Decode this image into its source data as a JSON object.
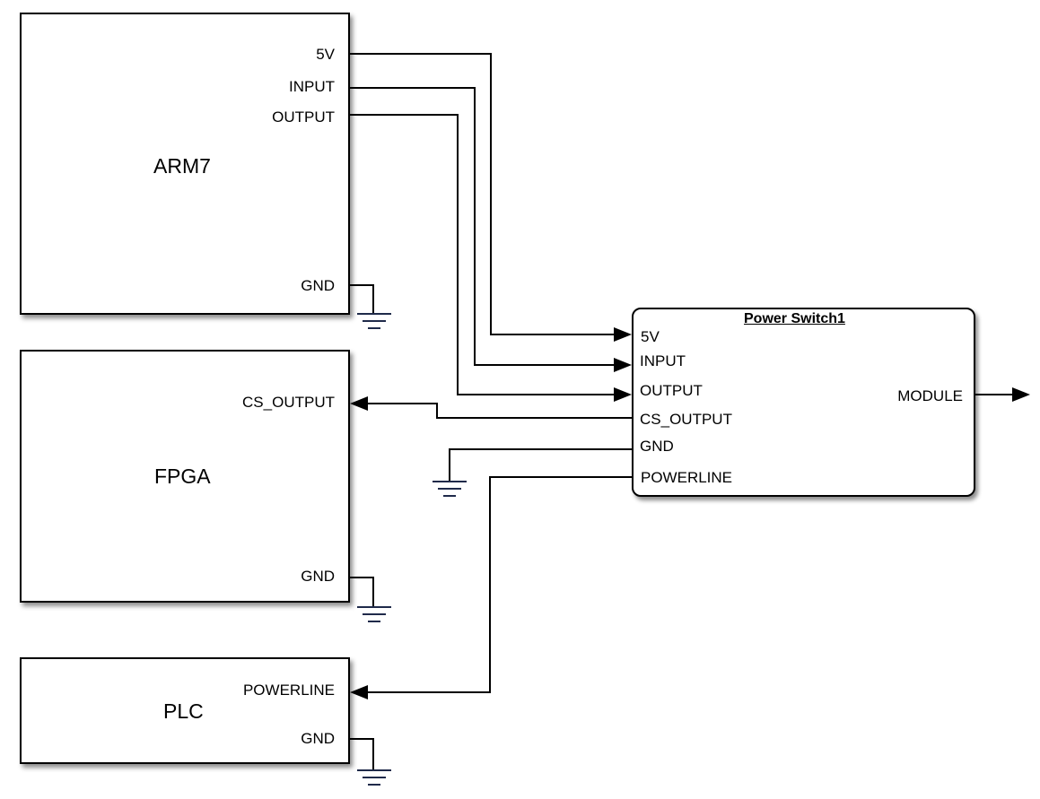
{
  "blocks": {
    "arm7": {
      "title": "ARM7",
      "pins": {
        "v5": "5V",
        "input": "INPUT",
        "output": "OUTPUT",
        "gnd": "GND"
      }
    },
    "fpga": {
      "title": "FPGA",
      "pins": {
        "cs_output": "CS_OUTPUT",
        "gnd": "GND"
      }
    },
    "plc": {
      "title": "PLC",
      "pins": {
        "powerline": "POWERLINE",
        "gnd": "GND"
      }
    },
    "power_switch": {
      "title": "Power Switch1",
      "pins": {
        "v5": "5V",
        "input": "INPUT",
        "output": "OUTPUT",
        "cs_output": "CS_OUTPUT",
        "gnd": "GND",
        "powerline": "POWERLINE",
        "module": "MODULE"
      }
    }
  },
  "colors": {
    "wire": "#000000",
    "ground_symbol": "#1f2a4a"
  }
}
